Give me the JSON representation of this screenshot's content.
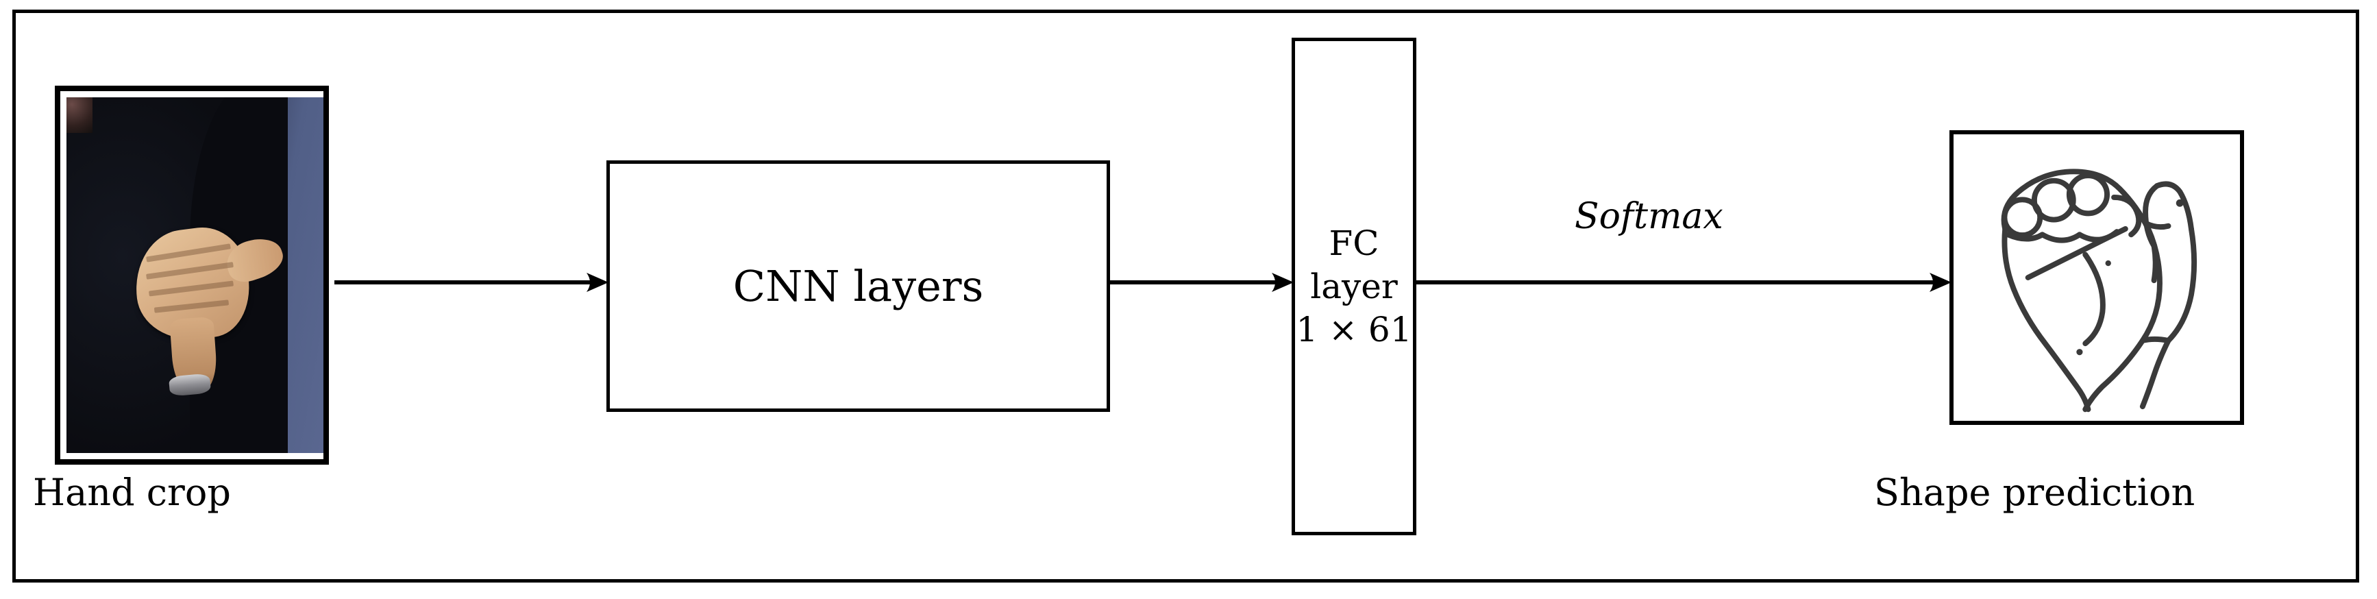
{
  "figure": {
    "title": "CNN hand shape prediction pipeline",
    "frame_color": "#000000",
    "background": "#ffffff"
  },
  "input": {
    "caption": "Hand crop",
    "image_alt": "Photograph crop of a signer's hand with extended thumb against dark clothing and blue background",
    "photo_colors": {
      "background_blue": "#515F87",
      "clothing_dark": "#0C0D12",
      "skin": "#D9B087",
      "watch": "#8E8E93"
    }
  },
  "pipeline": {
    "cnn_box": {
      "label": "CNN layers"
    },
    "fc_box": {
      "line1": "FC",
      "line2": "layer",
      "line3": "1 × 61"
    },
    "softmax_label": "Softmax"
  },
  "output": {
    "caption": "Shape prediction",
    "image_alt": "Line drawing of a closed fist handshape with an extended thumb"
  },
  "arrows": [
    {
      "name": "crop-to-cnn",
      "from": "Hand crop",
      "to": "CNN layers",
      "label": ""
    },
    {
      "name": "cnn-to-fc",
      "from": "CNN layers",
      "to": "FC layer 1 × 61",
      "label": ""
    },
    {
      "name": "fc-to-shape",
      "from": "FC layer 1 × 61",
      "to": "Shape prediction",
      "label": "Softmax"
    }
  ]
}
